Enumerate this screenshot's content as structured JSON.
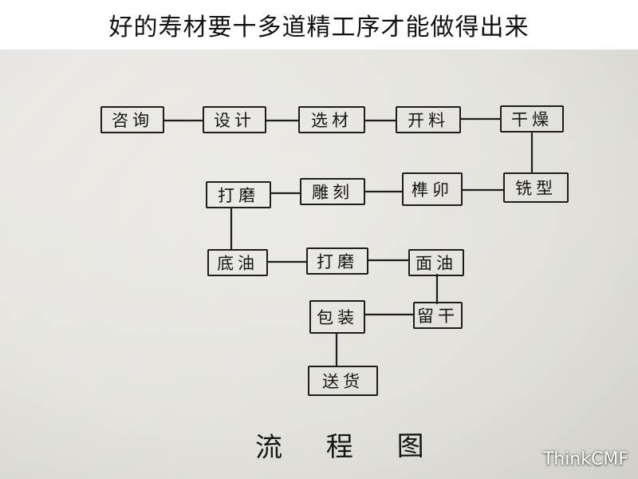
{
  "page_title": "好的寿材要十多道精工序才能做得出来",
  "diagram": {
    "caption": "流 程 图",
    "nodes": [
      {
        "id": "consult",
        "label": "咨询"
      },
      {
        "id": "design",
        "label": "设计"
      },
      {
        "id": "select-wood",
        "label": "选材"
      },
      {
        "id": "cut-wood",
        "label": "开料"
      },
      {
        "id": "dry",
        "label": "干燥"
      },
      {
        "id": "mill",
        "label": "铣型"
      },
      {
        "id": "tenon",
        "label": "榫卯"
      },
      {
        "id": "carve",
        "label": "雕刻"
      },
      {
        "id": "sand-1",
        "label": "打磨"
      },
      {
        "id": "primer",
        "label": "底油"
      },
      {
        "id": "sand-2",
        "label": "打磨"
      },
      {
        "id": "topcoat",
        "label": "面油"
      },
      {
        "id": "cure",
        "label": "留干"
      },
      {
        "id": "package",
        "label": "包装"
      },
      {
        "id": "deliver",
        "label": "送货"
      }
    ],
    "edges": [
      [
        "consult",
        "design"
      ],
      [
        "design",
        "select-wood"
      ],
      [
        "select-wood",
        "cut-wood"
      ],
      [
        "cut-wood",
        "dry"
      ],
      [
        "dry",
        "mill"
      ],
      [
        "mill",
        "tenon"
      ],
      [
        "tenon",
        "carve"
      ],
      [
        "carve",
        "sand-1"
      ],
      [
        "sand-1",
        "primer"
      ],
      [
        "primer",
        "sand-2"
      ],
      [
        "sand-2",
        "topcoat"
      ],
      [
        "topcoat",
        "cure"
      ],
      [
        "cure",
        "package"
      ],
      [
        "package",
        "deliver"
      ]
    ]
  },
  "watermark": "ThinkCMF"
}
